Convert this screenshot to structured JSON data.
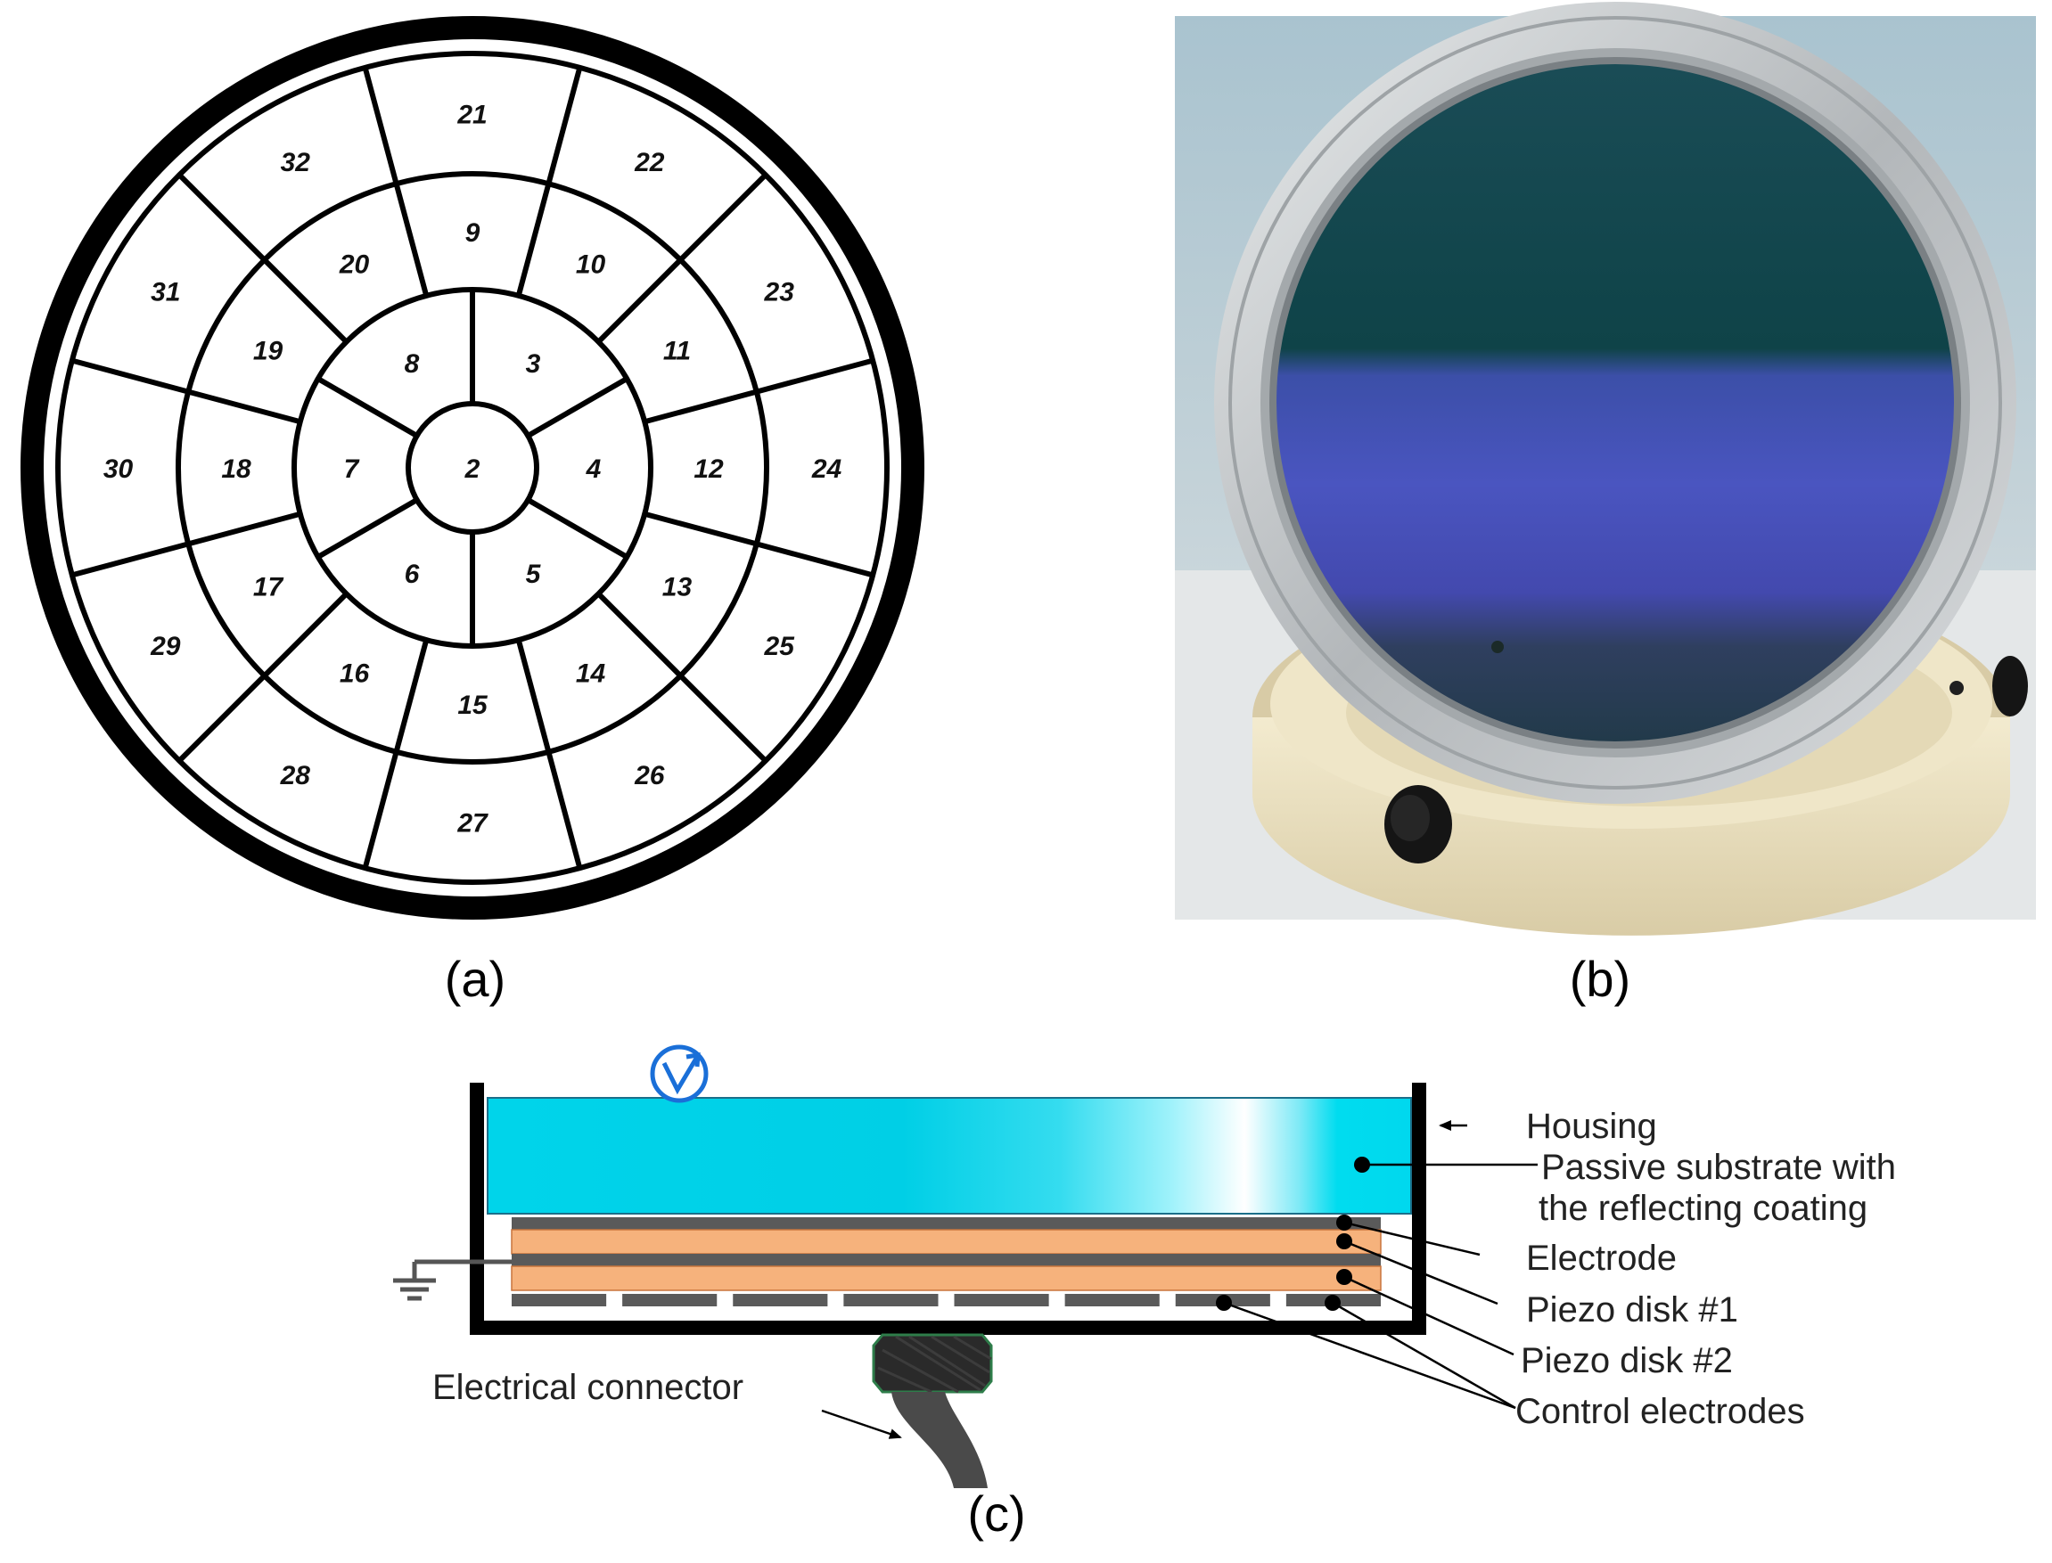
{
  "panels": {
    "a": {
      "caption": "(a)",
      "rings": [
        {
          "segments": [
            "2"
          ]
        },
        {
          "segments": [
            "3",
            "4",
            "5",
            "6",
            "7",
            "8"
          ]
        },
        {
          "segments": [
            "9",
            "10",
            "11",
            "12",
            "13",
            "14",
            "15",
            "16",
            "17",
            "18",
            "19",
            "20"
          ]
        },
        {
          "segments": [
            "21",
            "22",
            "23",
            "24",
            "25",
            "26",
            "27",
            "28",
            "29",
            "30",
            "31",
            "32"
          ]
        }
      ]
    },
    "b": {
      "caption": "(b)"
    },
    "c": {
      "caption": "(c)",
      "labels": {
        "housing": "Housing",
        "substrate_line1": "Passive substrate with",
        "substrate_line2": "the reflecting coating",
        "electrode": "Electrode",
        "piezo1": "Piezo disk #1",
        "piezo2": "Piezo disk #2",
        "control": "Control electrodes",
        "connector": "Electrical connector"
      }
    }
  },
  "colors": {
    "substrate": "#00d8ee",
    "piezo": "#f6b27c",
    "electrode": "#5a5a5a",
    "housing": "#000000",
    "accent": "#1a6fd8"
  }
}
